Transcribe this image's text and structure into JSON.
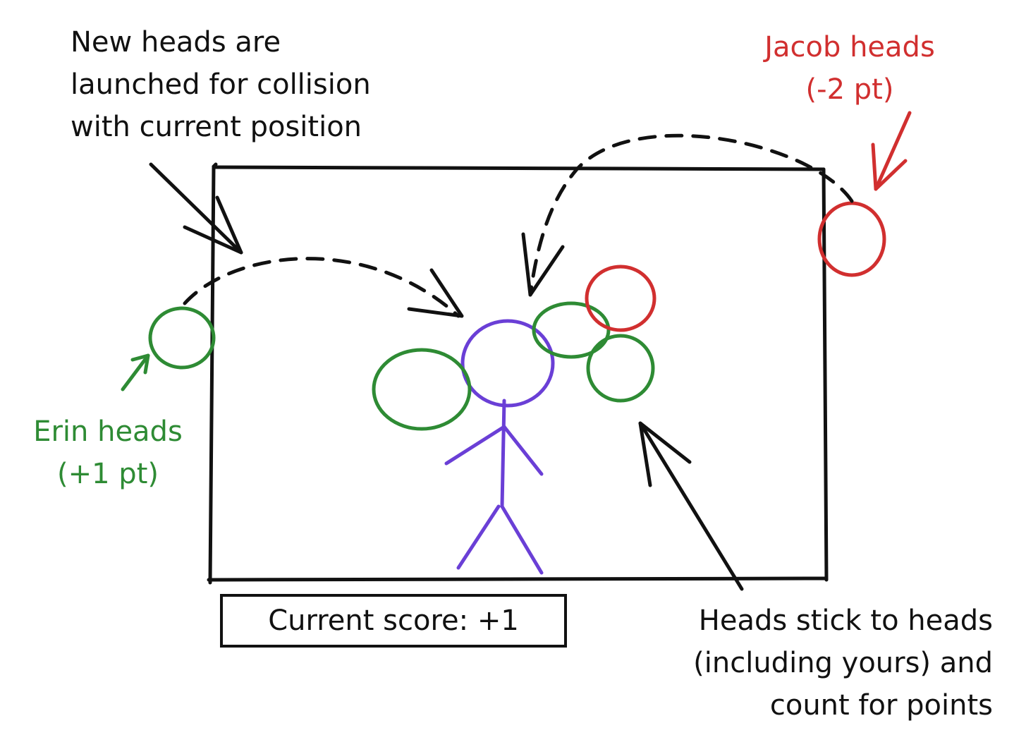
{
  "annotations": {
    "launch": [
      "New heads are",
      "launched for collision",
      "with current position"
    ],
    "jacob": [
      "Jacob heads",
      "(-2 pt)"
    ],
    "erin": [
      "Erin heads",
      "(+1 pt)"
    ],
    "stick": [
      "Heads stick to heads",
      "(including yours) and",
      "count for points"
    ]
  },
  "score": {
    "label": "Current score: +1"
  },
  "colors": {
    "ink": "#111111",
    "erin": "#2e8b34",
    "jacob": "#d12f2f",
    "player": "#6a3fd6"
  }
}
